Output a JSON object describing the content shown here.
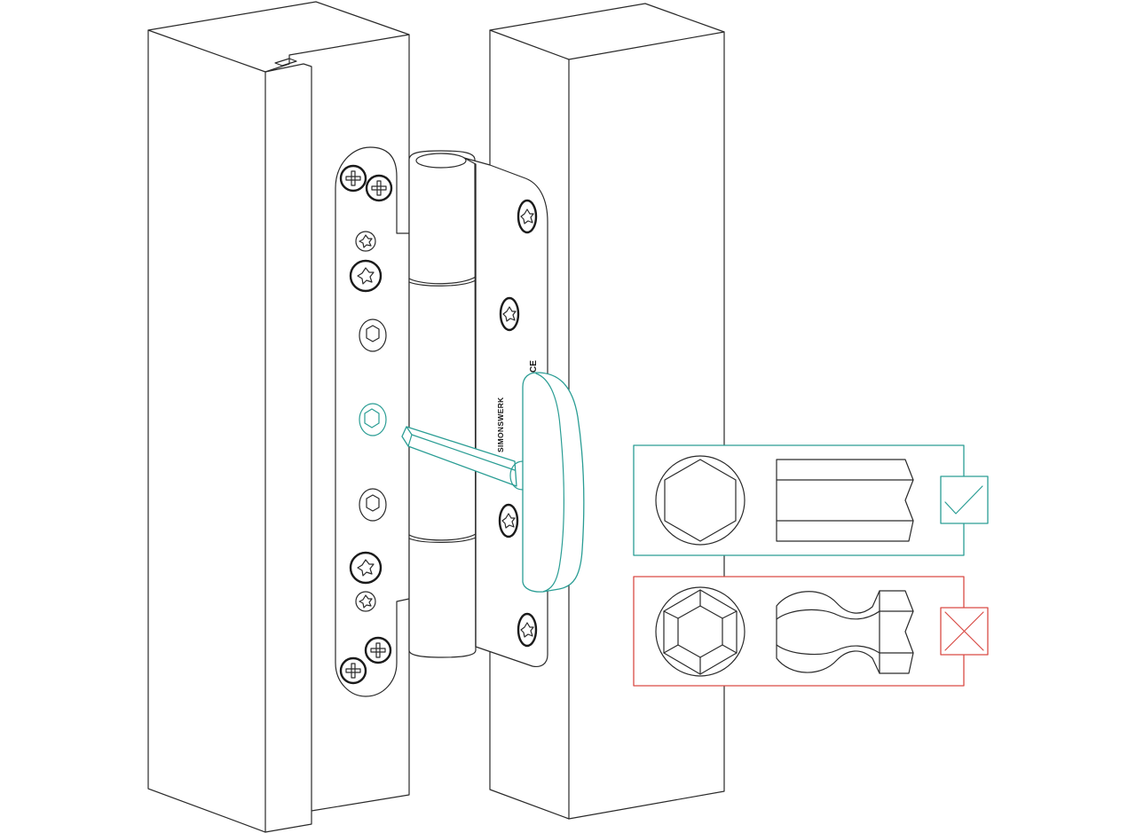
{
  "brand_text": "SIMONSWERK",
  "ce_mark": "CE",
  "colors": {
    "outline": "#2a2a2a",
    "tool_accent": "#2a9d94",
    "correct_accent": "#2a9d94",
    "wrong_accent": "#d94b45",
    "background": "#ffffff"
  },
  "icons": {
    "correct": "check-mark-icon",
    "wrong": "cross-mark-icon",
    "good_bit_section": "hexagon-icon",
    "worn_bit_section": "worn-hexagon-icon"
  },
  "legend": [
    {
      "id": "correct",
      "meaning": "correct",
      "icon": "check-mark-icon"
    },
    {
      "id": "wrong",
      "meaning": "wrong",
      "icon": "cross-mark-icon"
    }
  ]
}
